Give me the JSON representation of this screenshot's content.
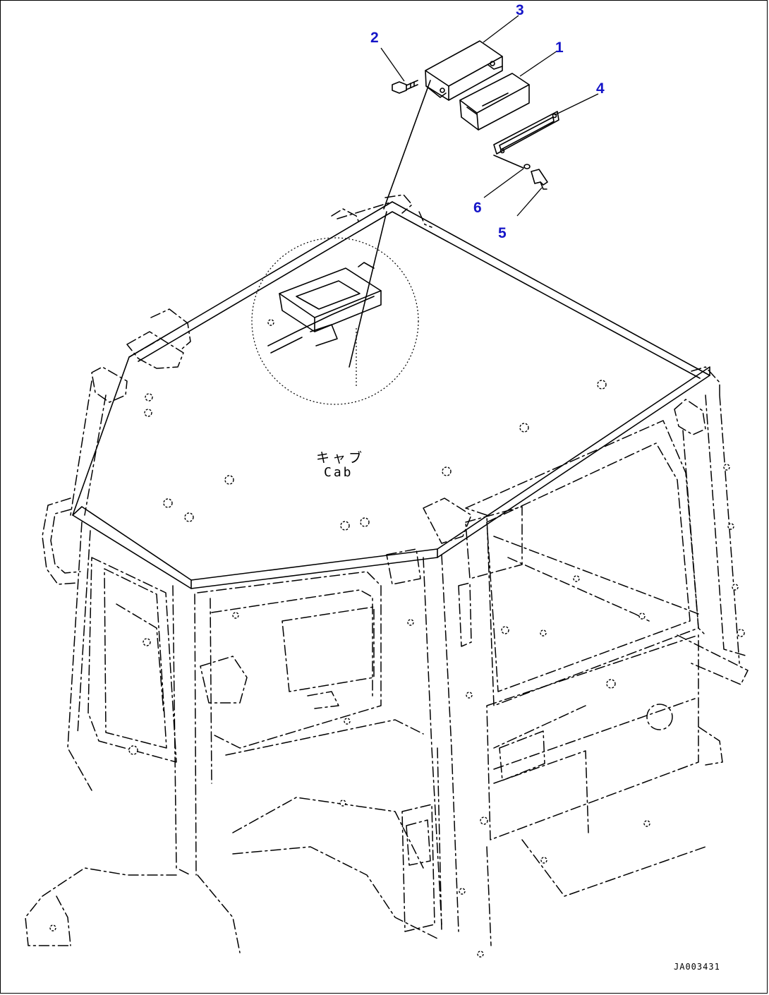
{
  "callouts": [
    {
      "number": "1"
    },
    {
      "number": "2"
    },
    {
      "number": "3"
    },
    {
      "number": "4"
    },
    {
      "number": "5"
    },
    {
      "number": "6"
    }
  ],
  "cab_label": {
    "japanese": "キャブ",
    "english": "Cab"
  },
  "drawing_number": "JA003431",
  "colors": {
    "callout": "#1515c8",
    "linework": "#000000",
    "background": "#ffffff"
  }
}
